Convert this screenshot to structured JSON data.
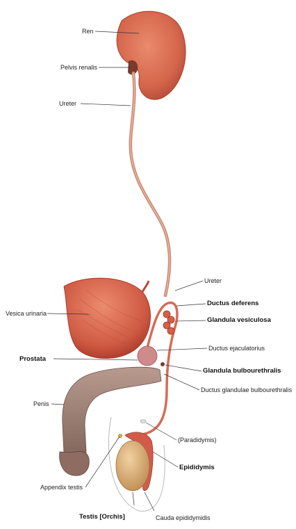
{
  "labels": {
    "ren": "Ren",
    "pelvis_renalis": "Pelvis renalis",
    "ureter_left": "Ureter",
    "ureter_right": "Ureter",
    "ductus_deferens": "Ductus deferens",
    "vesica_urinaria": "Vesica urinaria",
    "glandula_vesiculosa": "Glandula vesiculosa",
    "ductus_ejaculatorius": "Ductus ejaculatorius",
    "prostata": "Prostata",
    "glandula_bulbourethralis": "Glandula bulbourethralis",
    "ductus_glandulae": "Ductus glandulae bulbourethralis",
    "penis": "Penis",
    "paradidymis": "(Paradidymis)",
    "epididymis": "Epididymis",
    "appendix_testis": "Appendix testis",
    "testis": "Testis [Orchis]",
    "cauda_epididymidis": "Cauda epididymidis"
  },
  "colors": {
    "organ_red": "#d9614b",
    "organ_dark": "#a8382a",
    "penis_brown": "#9c7d72",
    "testis_tan": "#d9b27c",
    "leader": "#333333"
  }
}
